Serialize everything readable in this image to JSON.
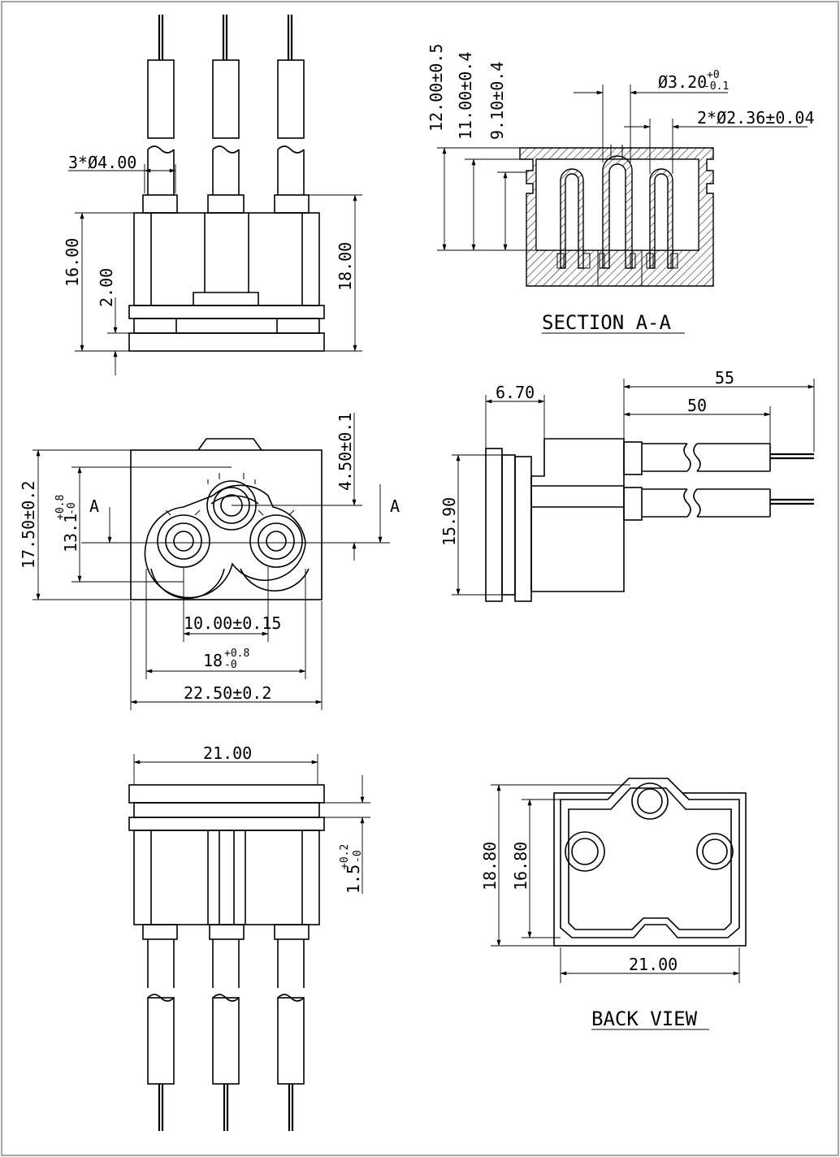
{
  "drawing": {
    "top_view": {
      "pin_dia": "3*Ø4.00",
      "height_16": "16.00",
      "height_18": "18.00",
      "height_2": "2.00"
    },
    "section": {
      "caption": "SECTION A-A",
      "d_12": "12.00±0.5",
      "d_11": "11.00±0.4",
      "d_9": "9.10±0.4",
      "hole_main": "Ø3.20",
      "hole_main_tol_up": "+0",
      "hole_main_tol_dn": "-0.1",
      "hole_side": "2*Ø2.36±0.04"
    },
    "front_view": {
      "height": "17.50±0.2",
      "inner_h": "13.1",
      "inner_h_tol_up": "+0.8",
      "inner_h_tol_dn": "-0",
      "offset": "4.50±0.1",
      "pitch": "10.00±0.15",
      "width_18": "18",
      "width_18_tol_up": "+0.8",
      "width_18_tol_dn": "-0",
      "width_total": "22.50±0.2",
      "section_mark_left": "A",
      "section_mark_right": "A"
    },
    "side_view": {
      "d_670": "6.70",
      "d_55": "55",
      "d_50": "50",
      "d_1590": "15.90"
    },
    "bottom_view": {
      "width": "21.00",
      "flange": "1.5",
      "flange_tol_up": "+0.2",
      "flange_tol_dn": "-0"
    },
    "back_view": {
      "caption": "BACK VIEW",
      "h_188": "18.80",
      "h_168": "16.80",
      "width": "21.00"
    }
  }
}
